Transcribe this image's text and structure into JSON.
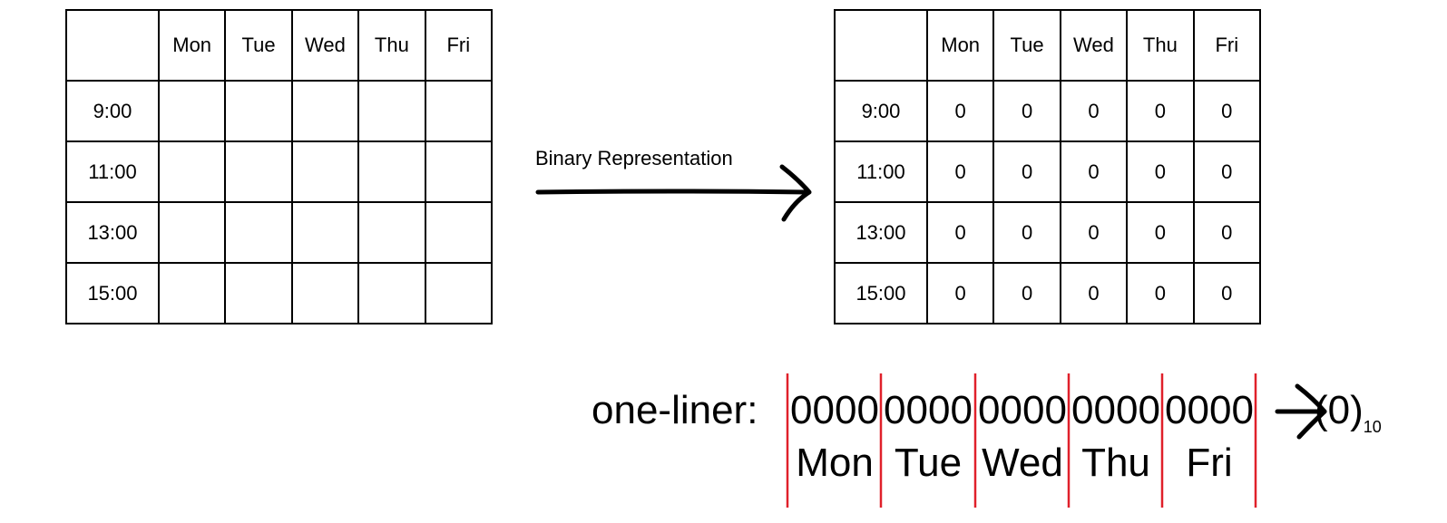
{
  "days": [
    "Mon",
    "Tue",
    "Wed",
    "Thu",
    "Fri"
  ],
  "times": [
    "9:00",
    "11:00",
    "13:00",
    "15:00"
  ],
  "binary_table": {
    "cells": [
      [
        "0",
        "0",
        "0",
        "0",
        "0"
      ],
      [
        "0",
        "0",
        "0",
        "0",
        "0"
      ],
      [
        "0",
        "0",
        "0",
        "0",
        "0"
      ],
      [
        "0",
        "0",
        "0",
        "0",
        "0"
      ]
    ]
  },
  "arrow": {
    "label": "Binary Representation"
  },
  "oneliner": {
    "label": "one-liner:",
    "segments": [
      {
        "bits": "0000",
        "day": "Mon"
      },
      {
        "bits": "0000",
        "day": "Tue"
      },
      {
        "bits": "0000",
        "day": "Wed"
      },
      {
        "bits": "0000",
        "day": "Thu"
      },
      {
        "bits": "0000",
        "day": "Fri"
      }
    ],
    "result_value": "(0)",
    "result_base": "10"
  },
  "colors": {
    "divider": "#e0202a",
    "line": "#000000"
  }
}
